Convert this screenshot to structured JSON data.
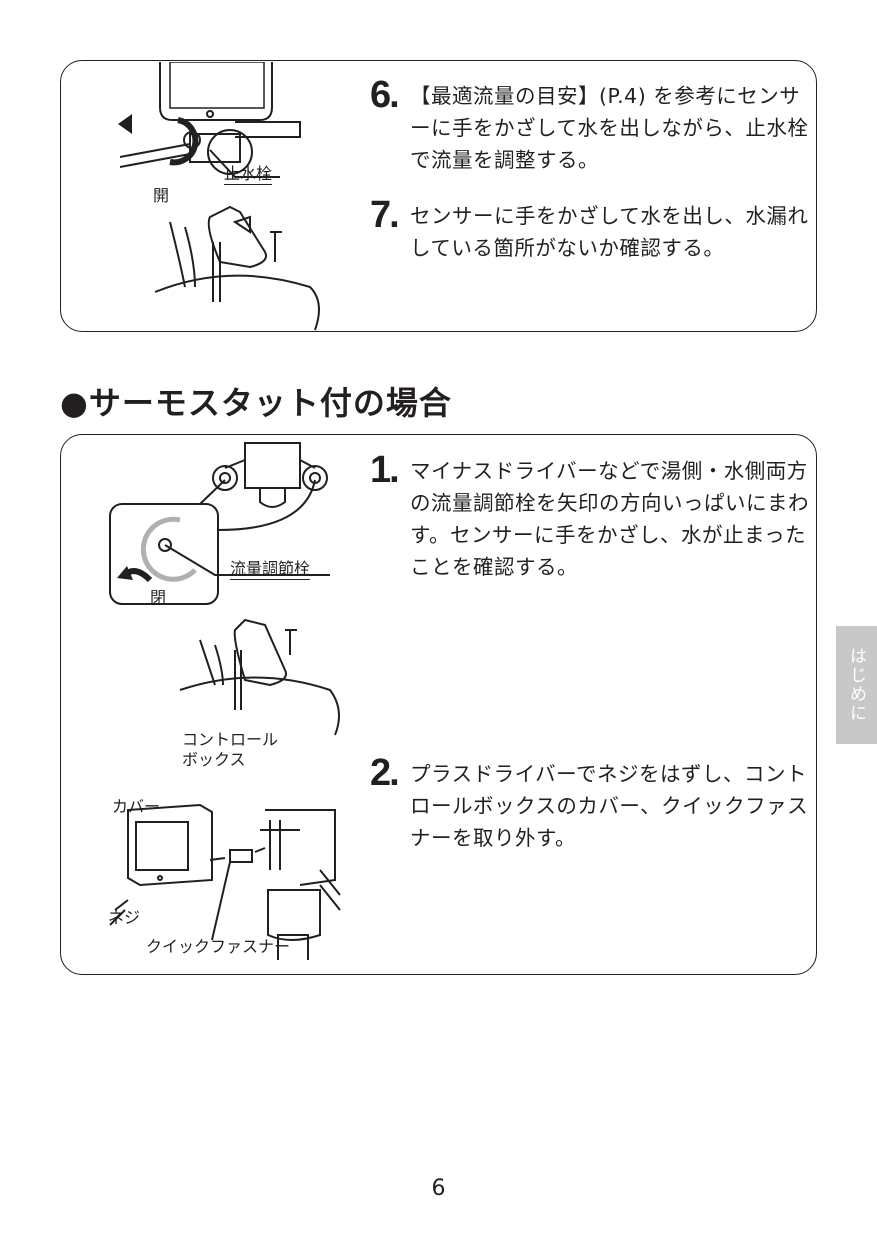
{
  "panel1": {
    "steps": [
      {
        "number": "6.",
        "text": "【最適流量の目安】(P.4) を参考にセンサーに手をかざして水を出しながら、止水栓で流量を調整する。"
      },
      {
        "number": "7.",
        "text": "センサーに手をかざして水を出し、水漏れしている箇所がないか確認する。"
      }
    ],
    "illustration_labels": {
      "stop_valve": "止水栓",
      "open": "開"
    }
  },
  "section": {
    "title": "●サーモスタット付の場合"
  },
  "panel2": {
    "steps": [
      {
        "number": "1.",
        "text": "マイナスドライバーなどで湯側・水側両方の流量調節栓を矢印の方向いっぱいにまわす。センサーに手をかざし、水が止まったことを確認する。"
      },
      {
        "number": "2.",
        "text": "プラスドライバーでネジをはずし、コントロールボックスのカバー、クイックファスナーを取り外す。"
      }
    ],
    "illustration_labels": {
      "flow_valve": "流量調節栓",
      "close": "閉",
      "control_box": "コントロール\nボックス",
      "cover": "カバー",
      "screw": "ネジ",
      "quick_fastener": "クイックファスナー"
    }
  },
  "side_tab": {
    "label": "はじめに",
    "color": "#c8c8c8"
  },
  "footer": {
    "page_number": "6"
  }
}
